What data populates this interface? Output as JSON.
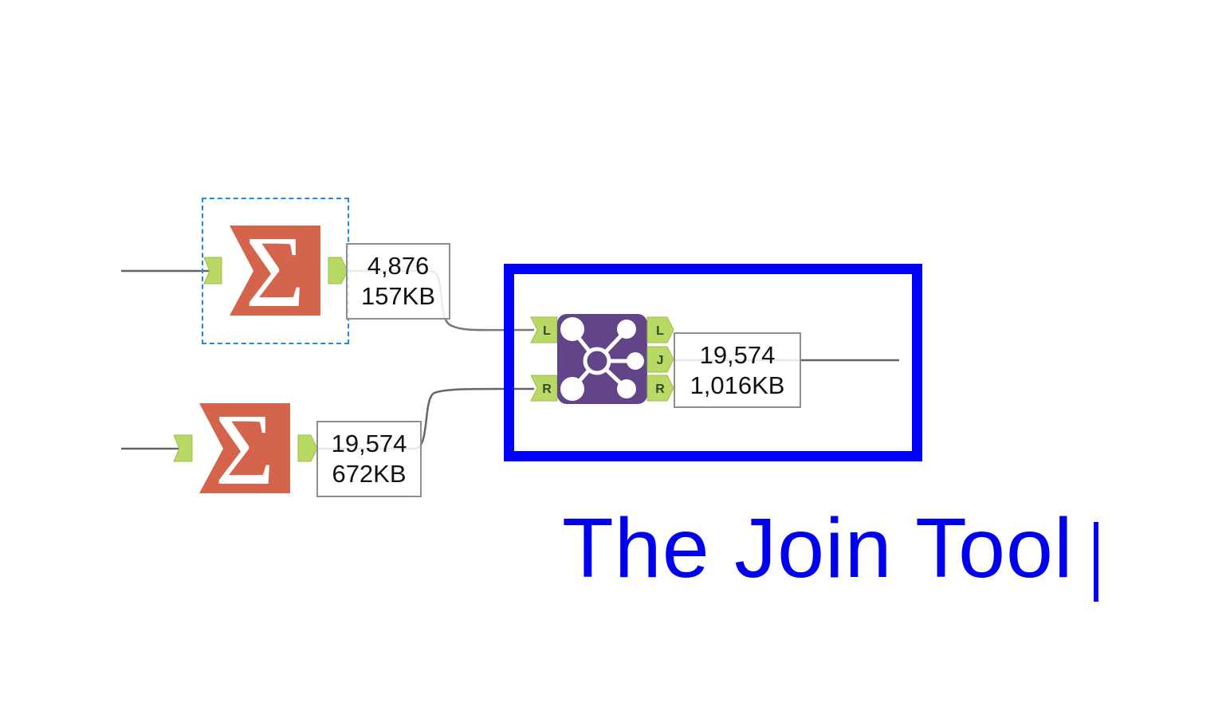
{
  "workflow": {
    "summarize_top": {
      "records": "4,876",
      "size": "157KB"
    },
    "summarize_bottom": {
      "records": "19,574",
      "size": "672KB"
    },
    "join": {
      "inputs": [
        "L",
        "R"
      ],
      "outputs": [
        "L",
        "J",
        "R"
      ],
      "records": "19,574",
      "size": "1,016KB"
    }
  },
  "annotation": {
    "title": "The Join Tool"
  },
  "colors": {
    "highlight": "#0000ff",
    "summarize": "#d4654c",
    "join": "#624488",
    "anchor": "#b8d964"
  }
}
